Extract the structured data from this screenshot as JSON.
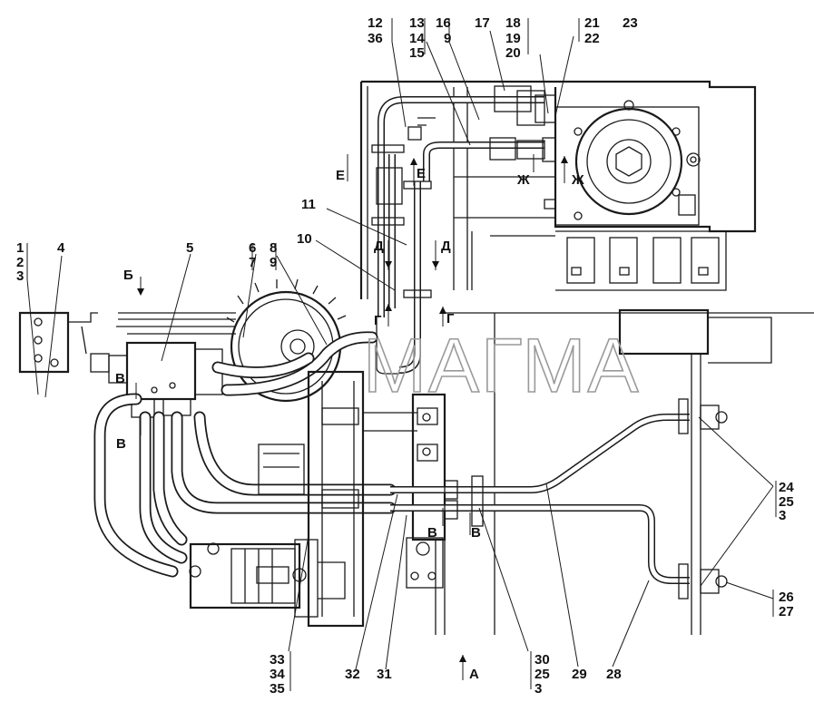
{
  "watermark": "МАГМА",
  "labels": {
    "l1": "1",
    "l2": "2",
    "l3a": "3",
    "l4": "4",
    "l5": "5",
    "l6": "6",
    "l7": "7",
    "l8": "8",
    "l9a": "9",
    "l10": "10",
    "l11": "11",
    "l12": "12",
    "l36": "36",
    "l13": "13",
    "l14": "14",
    "l15": "15",
    "l16": "16",
    "l9b": "9",
    "l17": "17",
    "l18": "18",
    "l19": "19",
    "l20": "20",
    "l21": "21",
    "l22": "22",
    "l23": "23",
    "l24": "24",
    "l25a": "25",
    "l3b": "3",
    "l26": "26",
    "l27": "27",
    "l33": "33",
    "l34": "34",
    "l35": "35",
    "l32": "32",
    "l31": "31",
    "l30": "30",
    "l25b": "25",
    "l3c": "3",
    "l29": "29",
    "l28": "28"
  },
  "sections": {
    "b": "Б",
    "v1": "В",
    "v2": "В",
    "v3": "В",
    "v4": "В",
    "e1": "Е",
    "e2": "Е",
    "zh1": "Ж",
    "zh2": "Ж",
    "d1": "Д",
    "d2": "Д",
    "g1": "Г",
    "g2": "Г",
    "a": "А"
  }
}
